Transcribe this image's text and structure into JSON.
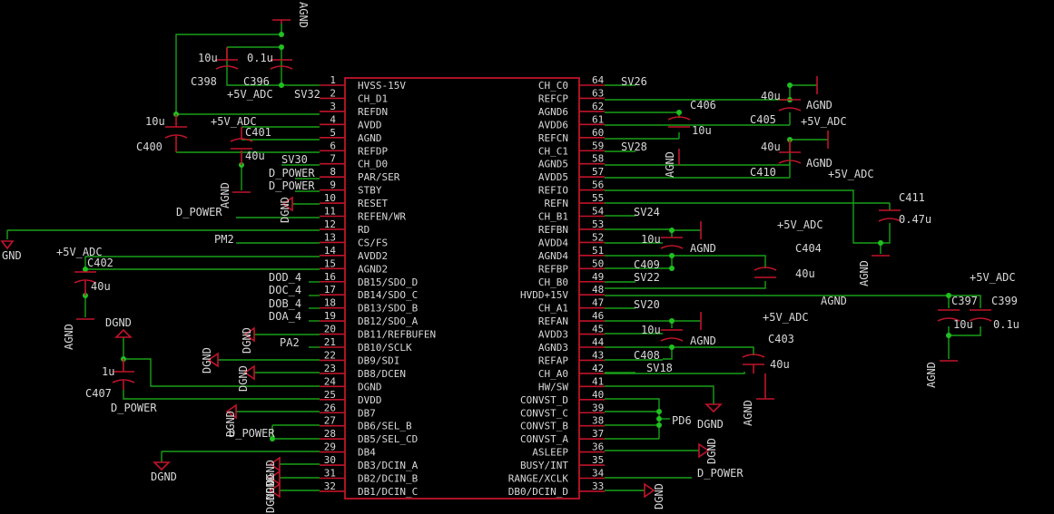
{
  "ic": {
    "left_pins": [
      {
        "num": "1",
        "name": "HVSS-15V"
      },
      {
        "num": "2",
        "name": "CH_D1"
      },
      {
        "num": "3",
        "name": "REFDN"
      },
      {
        "num": "4",
        "name": "AVDD"
      },
      {
        "num": "5",
        "name": "AGND"
      },
      {
        "num": "6",
        "name": "REFDP"
      },
      {
        "num": "7",
        "name": "CH_D0"
      },
      {
        "num": "8",
        "name": "PAR/SER"
      },
      {
        "num": "9",
        "name": "STBY"
      },
      {
        "num": "10",
        "name": "RESET"
      },
      {
        "num": "11",
        "name": "REFEN/WR"
      },
      {
        "num": "12",
        "name": "RD"
      },
      {
        "num": "13",
        "name": "CS/FS"
      },
      {
        "num": "14",
        "name": "AVDD2"
      },
      {
        "num": "15",
        "name": "AGND2"
      },
      {
        "num": "16",
        "name": "DB15/SDO_D"
      },
      {
        "num": "17",
        "name": "DB14/SDO_C"
      },
      {
        "num": "18",
        "name": "DB13/SDO_B"
      },
      {
        "num": "19",
        "name": "DB12/SDO_A"
      },
      {
        "num": "20",
        "name": "DB11/REFBUFEN"
      },
      {
        "num": "21",
        "name": "DB10/SCLK"
      },
      {
        "num": "22",
        "name": "DB9/SDI"
      },
      {
        "num": "23",
        "name": "DB8/DCEN"
      },
      {
        "num": "24",
        "name": "DGND"
      },
      {
        "num": "25",
        "name": "DVDD"
      },
      {
        "num": "26",
        "name": "DB7"
      },
      {
        "num": "27",
        "name": "DB6/SEL_B"
      },
      {
        "num": "28",
        "name": "DB5/SEL_CD"
      },
      {
        "num": "29",
        "name": "DB4"
      },
      {
        "num": "30",
        "name": "DB3/DCIN_A"
      },
      {
        "num": "31",
        "name": "DB2/DCIN_B"
      },
      {
        "num": "32",
        "name": "DB1/DCIN_C"
      }
    ],
    "right_pins": [
      {
        "num": "64",
        "name": "CH_C0"
      },
      {
        "num": "63",
        "name": "REFCP"
      },
      {
        "num": "62",
        "name": "AGND6"
      },
      {
        "num": "61",
        "name": "AVDD6"
      },
      {
        "num": "60",
        "name": "REFCN"
      },
      {
        "num": "59",
        "name": "CH_C1"
      },
      {
        "num": "58",
        "name": "AGND5"
      },
      {
        "num": "57",
        "name": "AVDD5"
      },
      {
        "num": "56",
        "name": "REFIO"
      },
      {
        "num": "55",
        "name": "REFN"
      },
      {
        "num": "54",
        "name": "CH_B1"
      },
      {
        "num": "53",
        "name": "REFBN"
      },
      {
        "num": "52",
        "name": "AVDD4"
      },
      {
        "num": "51",
        "name": "AGND4"
      },
      {
        "num": "50",
        "name": "REFBP"
      },
      {
        "num": "49",
        "name": "CH_B0"
      },
      {
        "num": "48",
        "name": "HVDD+15V"
      },
      {
        "num": "47",
        "name": "CH_A1"
      },
      {
        "num": "46",
        "name": "REFAN"
      },
      {
        "num": "45",
        "name": "AVDD3"
      },
      {
        "num": "44",
        "name": "AGND3"
      },
      {
        "num": "43",
        "name": "REFAP"
      },
      {
        "num": "42",
        "name": "CH_A0"
      },
      {
        "num": "41",
        "name": "HW/SW"
      },
      {
        "num": "40",
        "name": "CONVST_D"
      },
      {
        "num": "39",
        "name": "CONVST_C"
      },
      {
        "num": "38",
        "name": "CONVST_B"
      },
      {
        "num": "37",
        "name": "CONVST_A"
      },
      {
        "num": "36",
        "name": "ASLEEP"
      },
      {
        "num": "35",
        "name": "BUSY/INT"
      },
      {
        "num": "34",
        "name": "RANGE/XCLK"
      },
      {
        "num": "33",
        "name": "DB0/DCIN_D"
      }
    ]
  },
  "labels": [
    {
      "id": "agnd-top",
      "text": "AGND"
    },
    {
      "id": "c398-val",
      "text": "10u"
    },
    {
      "id": "c396-val",
      "text": "0.1u"
    },
    {
      "id": "c398-name",
      "text": "C398"
    },
    {
      "id": "c396-name",
      "text": "C396"
    },
    {
      "id": "pwr-5v-1",
      "text": "+5V_ADC"
    },
    {
      "id": "sv32",
      "text": "SV32"
    },
    {
      "id": "c400-val",
      "text": "10u"
    },
    {
      "id": "c400-name",
      "text": "C400"
    },
    {
      "id": "pwr-5v-2",
      "text": "+5V_ADC"
    },
    {
      "id": "c401-name",
      "text": "C401"
    },
    {
      "id": "c401-val",
      "text": "40u"
    },
    {
      "id": "sv30",
      "text": "SV30"
    },
    {
      "id": "dpower-8",
      "text": "D_POWER"
    },
    {
      "id": "dpower-9",
      "text": "D_POWER"
    },
    {
      "id": "agnd-c401",
      "text": "AGND"
    },
    {
      "id": "dgnd-10",
      "text": "DGND"
    },
    {
      "id": "dpower-11",
      "text": "D_POWER"
    },
    {
      "id": "gnd-left",
      "text": "GND"
    },
    {
      "id": "pm2",
      "text": "PM2"
    },
    {
      "id": "pwr-5v-3",
      "text": "+5V_ADC"
    },
    {
      "id": "c402-name",
      "text": "C402"
    },
    {
      "id": "c402-val",
      "text": "40u"
    },
    {
      "id": "agnd-c402",
      "text": "AGND"
    },
    {
      "id": "dod4",
      "text": "DOD_4"
    },
    {
      "id": "doc4",
      "text": "DOC_4"
    },
    {
      "id": "dob4",
      "text": "DOB_4"
    },
    {
      "id": "doa4",
      "text": "DOA_4"
    },
    {
      "id": "dgnd-c407",
      "text": "DGND"
    },
    {
      "id": "dgnd-20",
      "text": "DGND"
    },
    {
      "id": "pa2",
      "text": "PA2"
    },
    {
      "id": "dgnd-22",
      "text": "DGND"
    },
    {
      "id": "dgnd-23",
      "text": "DGND"
    },
    {
      "id": "c407-val",
      "text": "1u"
    },
    {
      "id": "c407-name",
      "text": "C407"
    },
    {
      "id": "dpower-25",
      "text": "D_POWER"
    },
    {
      "id": "dgnd-26",
      "text": "DGND"
    },
    {
      "id": "dpower-28",
      "text": "D_POWER"
    },
    {
      "id": "dgnd-29",
      "text": "DGND"
    },
    {
      "id": "dgnd-30",
      "text": "DGND"
    },
    {
      "id": "dgnd-31",
      "text": "DGND"
    },
    {
      "id": "dgnd-32",
      "text": "DGND"
    },
    {
      "id": "sv26",
      "text": "SV26"
    },
    {
      "id": "agnd-c405",
      "text": "AGND"
    },
    {
      "id": "c406-name",
      "text": "C406"
    },
    {
      "id": "c405-val",
      "text": "40u"
    },
    {
      "id": "c405-name",
      "text": "C405"
    },
    {
      "id": "pwr-5v-4",
      "text": "+5V_ADC"
    },
    {
      "id": "c406-val",
      "text": "10u"
    },
    {
      "id": "sv28",
      "text": "SV28"
    },
    {
      "id": "agnd-60",
      "text": "AGND"
    },
    {
      "id": "c410-val",
      "text": "40u"
    },
    {
      "id": "c410-name",
      "text": "C410"
    },
    {
      "id": "agnd-c410",
      "text": "AGND"
    },
    {
      "id": "pwr-5v-5",
      "text": "+5V_ADC"
    },
    {
      "id": "c411-name",
      "text": "C411"
    },
    {
      "id": "c411-val",
      "text": "0.47u"
    },
    {
      "id": "agnd-c411",
      "text": "AGND"
    },
    {
      "id": "sv24",
      "text": "SV24"
    },
    {
      "id": "c409-val",
      "text": "10u"
    },
    {
      "id": "agnd-c409",
      "text": "AGND"
    },
    {
      "id": "pwr-5v-6",
      "text": "+5V_ADC"
    },
    {
      "id": "c404-name",
      "text": "C404"
    },
    {
      "id": "c409-name",
      "text": "C409"
    },
    {
      "id": "sv22",
      "text": "SV22"
    },
    {
      "id": "c404-val",
      "text": "40u"
    },
    {
      "id": "agnd-c404",
      "text": "AGND"
    },
    {
      "id": "pwr-5v-7",
      "text": "+5V_ADC"
    },
    {
      "id": "c397-name",
      "text": "C397"
    },
    {
      "id": "c399-name",
      "text": "C399"
    },
    {
      "id": "sv20",
      "text": "SV20"
    },
    {
      "id": "c397-val",
      "text": "10u"
    },
    {
      "id": "c399-val",
      "text": "0.1u"
    },
    {
      "id": "agnd-c397",
      "text": "AGND"
    },
    {
      "id": "c408-val",
      "text": "10u"
    },
    {
      "id": "pwr-5v-8",
      "text": "+5V_ADC"
    },
    {
      "id": "agnd-c408",
      "text": "AGND"
    },
    {
      "id": "c403-name",
      "text": "C403"
    },
    {
      "id": "c408-name",
      "text": "C408"
    },
    {
      "id": "c403-val",
      "text": "40u"
    },
    {
      "id": "sv18",
      "text": "SV18"
    },
    {
      "id": "agnd-c403",
      "text": "AGND"
    },
    {
      "id": "pd6",
      "text": "PD6"
    },
    {
      "id": "dgnd-41",
      "text": "DGND"
    },
    {
      "id": "dgnd-36",
      "text": "DGND"
    },
    {
      "id": "dpower-34",
      "text": "D_POWER"
    },
    {
      "id": "dgnd-33",
      "text": "DGND"
    }
  ]
}
